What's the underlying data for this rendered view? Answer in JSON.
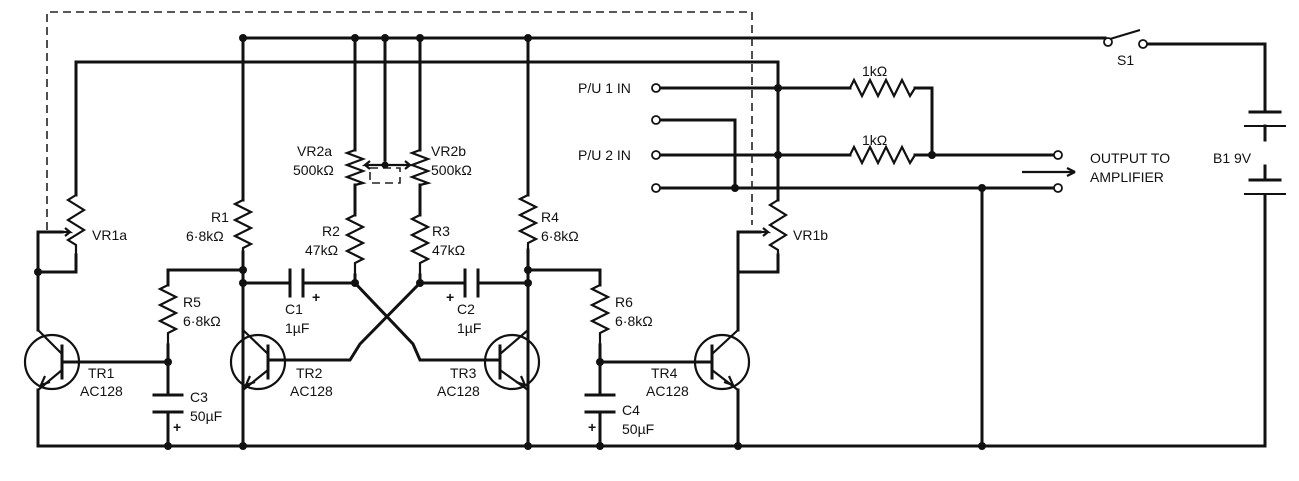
{
  "components": {
    "vr1a": {
      "name": "VR1a"
    },
    "vr1b": {
      "name": "VR1b"
    },
    "vr2a": {
      "name": "VR2a",
      "value": "500kΩ"
    },
    "vr2b": {
      "name": "VR2b",
      "value": "500kΩ"
    },
    "r1": {
      "name": "R1",
      "value": "6·8kΩ"
    },
    "r2": {
      "name": "R2",
      "value": "47kΩ"
    },
    "r3": {
      "name": "R3",
      "value": "47kΩ"
    },
    "r4": {
      "name": "R4",
      "value": "6·8kΩ"
    },
    "r5": {
      "name": "R5",
      "value": "6·8kΩ"
    },
    "r6": {
      "name": "R6",
      "value": "6·8kΩ"
    },
    "r_out1": {
      "value": "1kΩ"
    },
    "r_out2": {
      "value": "1kΩ"
    },
    "c1": {
      "name": "C1",
      "value": "1µF"
    },
    "c2": {
      "name": "C2",
      "value": "1µF"
    },
    "c3": {
      "name": "C3",
      "value": "50µF"
    },
    "c4": {
      "name": "C4",
      "value": "50µF"
    },
    "tr1": {
      "name": "TR1",
      "type": "AC128"
    },
    "tr2": {
      "name": "TR2",
      "type": "AC128"
    },
    "tr3": {
      "name": "TR3",
      "type": "AC128"
    },
    "tr4": {
      "name": "TR4",
      "type": "AC128"
    },
    "s1": {
      "name": "S1"
    },
    "b1": {
      "name": "B1 9V"
    }
  },
  "terminals": {
    "pu1": "P/U 1  IN",
    "pu2": "P/U 2  IN",
    "output_line1": "OUTPUT TO",
    "output_line2": "AMPLIFIER"
  },
  "symbols": {
    "plus": "+"
  }
}
